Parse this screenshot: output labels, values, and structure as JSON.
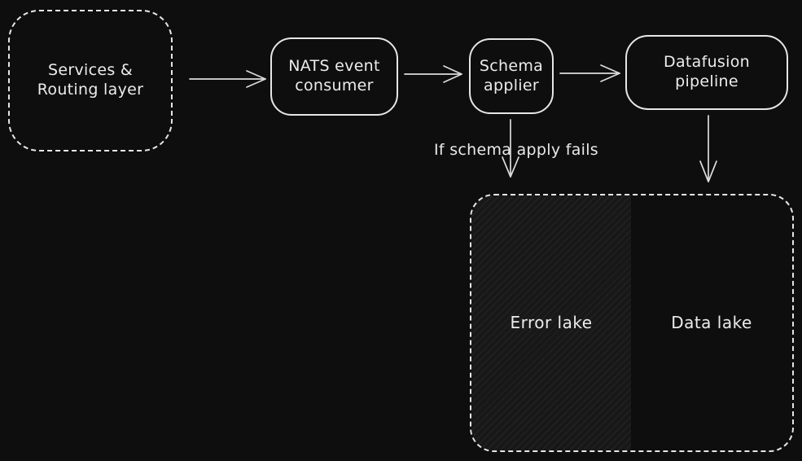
{
  "canvas": {
    "background": "#0e0e0e",
    "stroke_color": "#e6e6e6",
    "text_color": "#ececec",
    "error_lake_fill": "hatched-dark"
  },
  "nodes": {
    "services": {
      "label": "Services & Routing layer",
      "shape": "dashed-rounded-rect"
    },
    "nats": {
      "label": "NATS event consumer",
      "shape": "rounded-rect"
    },
    "schema": {
      "label": "Schema applier",
      "shape": "rounded-rect"
    },
    "datafusion": {
      "label": "Datafusion pipeline",
      "shape": "rounded-rect"
    },
    "lakes": {
      "shape": "dashed-rounded-rect",
      "error_lake_label": "Error lake",
      "data_lake_label": "Data lake"
    }
  },
  "annotations": {
    "schema_fail": "If schema apply fails"
  },
  "edges": [
    {
      "from": "services",
      "to": "nats",
      "direction": "right"
    },
    {
      "from": "nats",
      "to": "schema",
      "direction": "right"
    },
    {
      "from": "schema",
      "to": "datafusion",
      "direction": "right"
    },
    {
      "from": "schema",
      "to": "error_lake",
      "direction": "down",
      "label": "If schema apply fails"
    },
    {
      "from": "datafusion",
      "to": "data_lake",
      "direction": "down"
    }
  ]
}
